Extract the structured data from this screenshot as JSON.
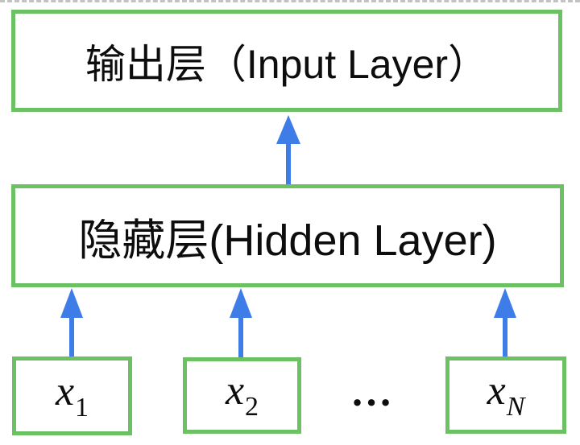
{
  "colors": {
    "box_border": "#6cc162",
    "arrow": "#3e7de8",
    "text": "#0d0d0d",
    "dashed_line": "#7a7a7a"
  },
  "diagram": {
    "output_layer_label": "输出层（Input Layer）",
    "hidden_layer_label": "隐藏层(Hidden Layer)",
    "input_nodes": [
      {
        "base": "x",
        "sub": "1"
      },
      {
        "base": "x",
        "sub": "2"
      },
      {
        "base": "x",
        "sub": "N"
      }
    ],
    "ellipsis": "…"
  }
}
